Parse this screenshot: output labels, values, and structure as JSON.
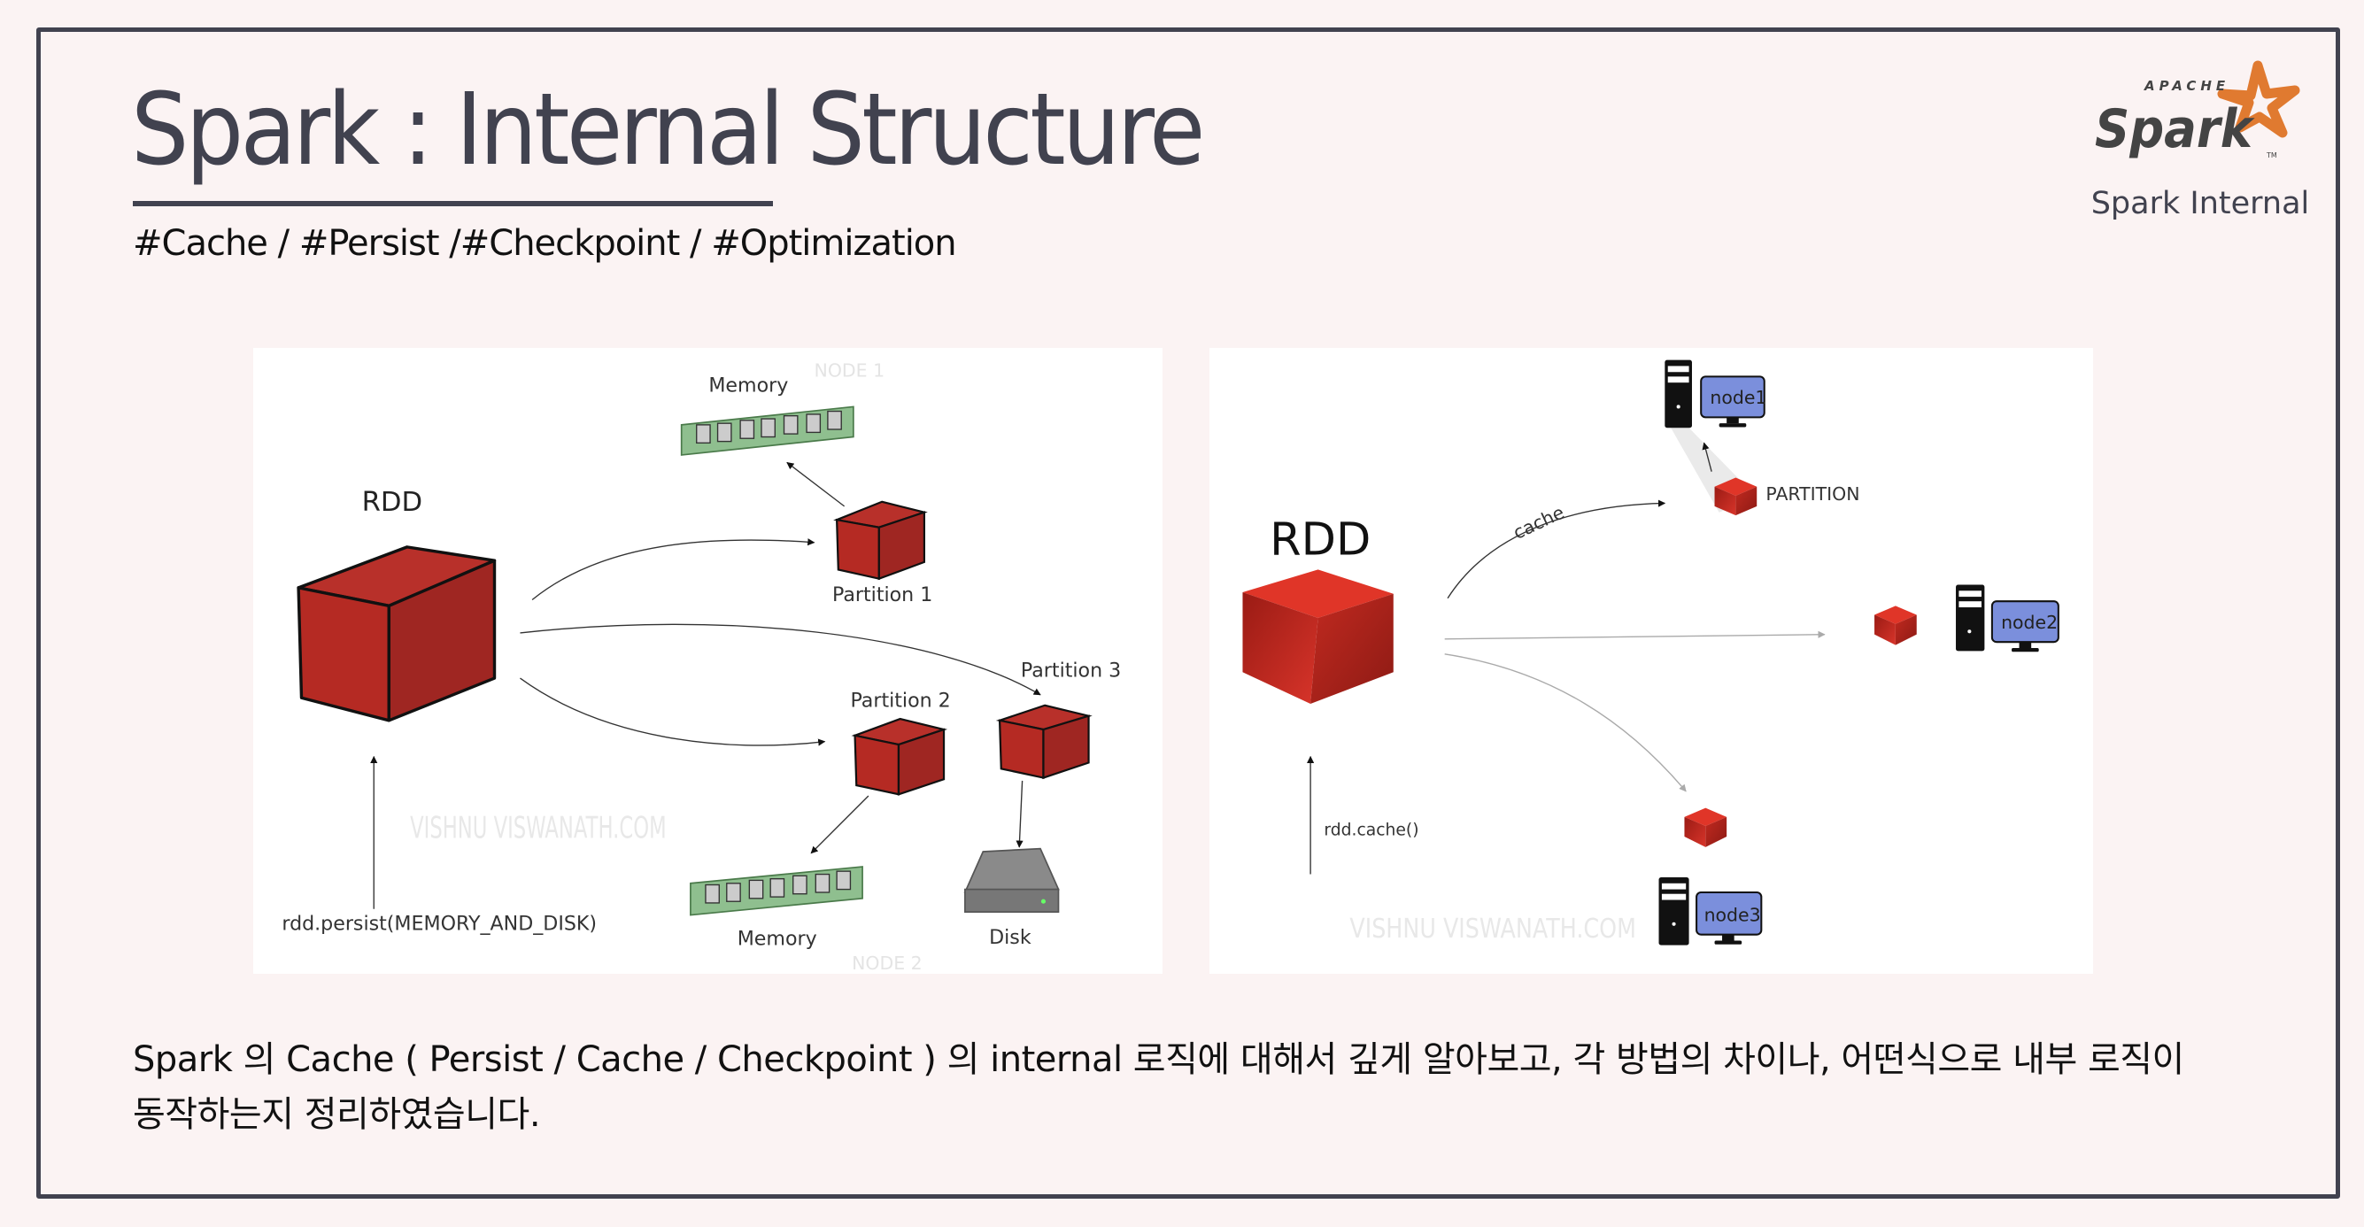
{
  "slide": {
    "title": "Spark : Internal Structure",
    "tags": "#Cache / #Persist /#Checkpoint / #Optimization",
    "logo": {
      "top_text": "APACHE",
      "word": "Spark",
      "tm": "TM",
      "subtitle": "Spark Internal"
    },
    "colors": {
      "background": "#fbf3f3",
      "frame": "#41424f",
      "accent_orange": "#e07a30",
      "cube_red": "#b22a22",
      "monitor_blue": "#7b8fdc"
    },
    "description": {
      "line1": "Spark 의 Cache ( Persist / Cache / Checkpoint ) 의 internal 로직에 대해서 깊게 알아보고, 각 방법의 차이나, 어떤식으로 내부 로직이",
      "line2": "동작하는지 정리하였습니다."
    }
  },
  "persist_diagram": {
    "rdd_label": "RDD",
    "call_label": "rdd.persist(MEMORY_AND_DISK)",
    "partition1": "Partition 1",
    "partition2": "Partition 2",
    "partition3": "Partition 3",
    "memory_top": "Memory",
    "memory_bottom": "Memory",
    "disk": "Disk",
    "node1": "NODE 1",
    "node2": "NODE 2",
    "watermark": "VISHNU VISWANATH.COM"
  },
  "cache_diagram": {
    "rdd_label": "RDD",
    "call_label": "rdd.cache()",
    "cache_label": "cache",
    "partition_label": "PARTITION",
    "node1": "node1",
    "node2": "node2",
    "node3": "node3",
    "watermark": "VISHNU VISWANATH.COM"
  }
}
